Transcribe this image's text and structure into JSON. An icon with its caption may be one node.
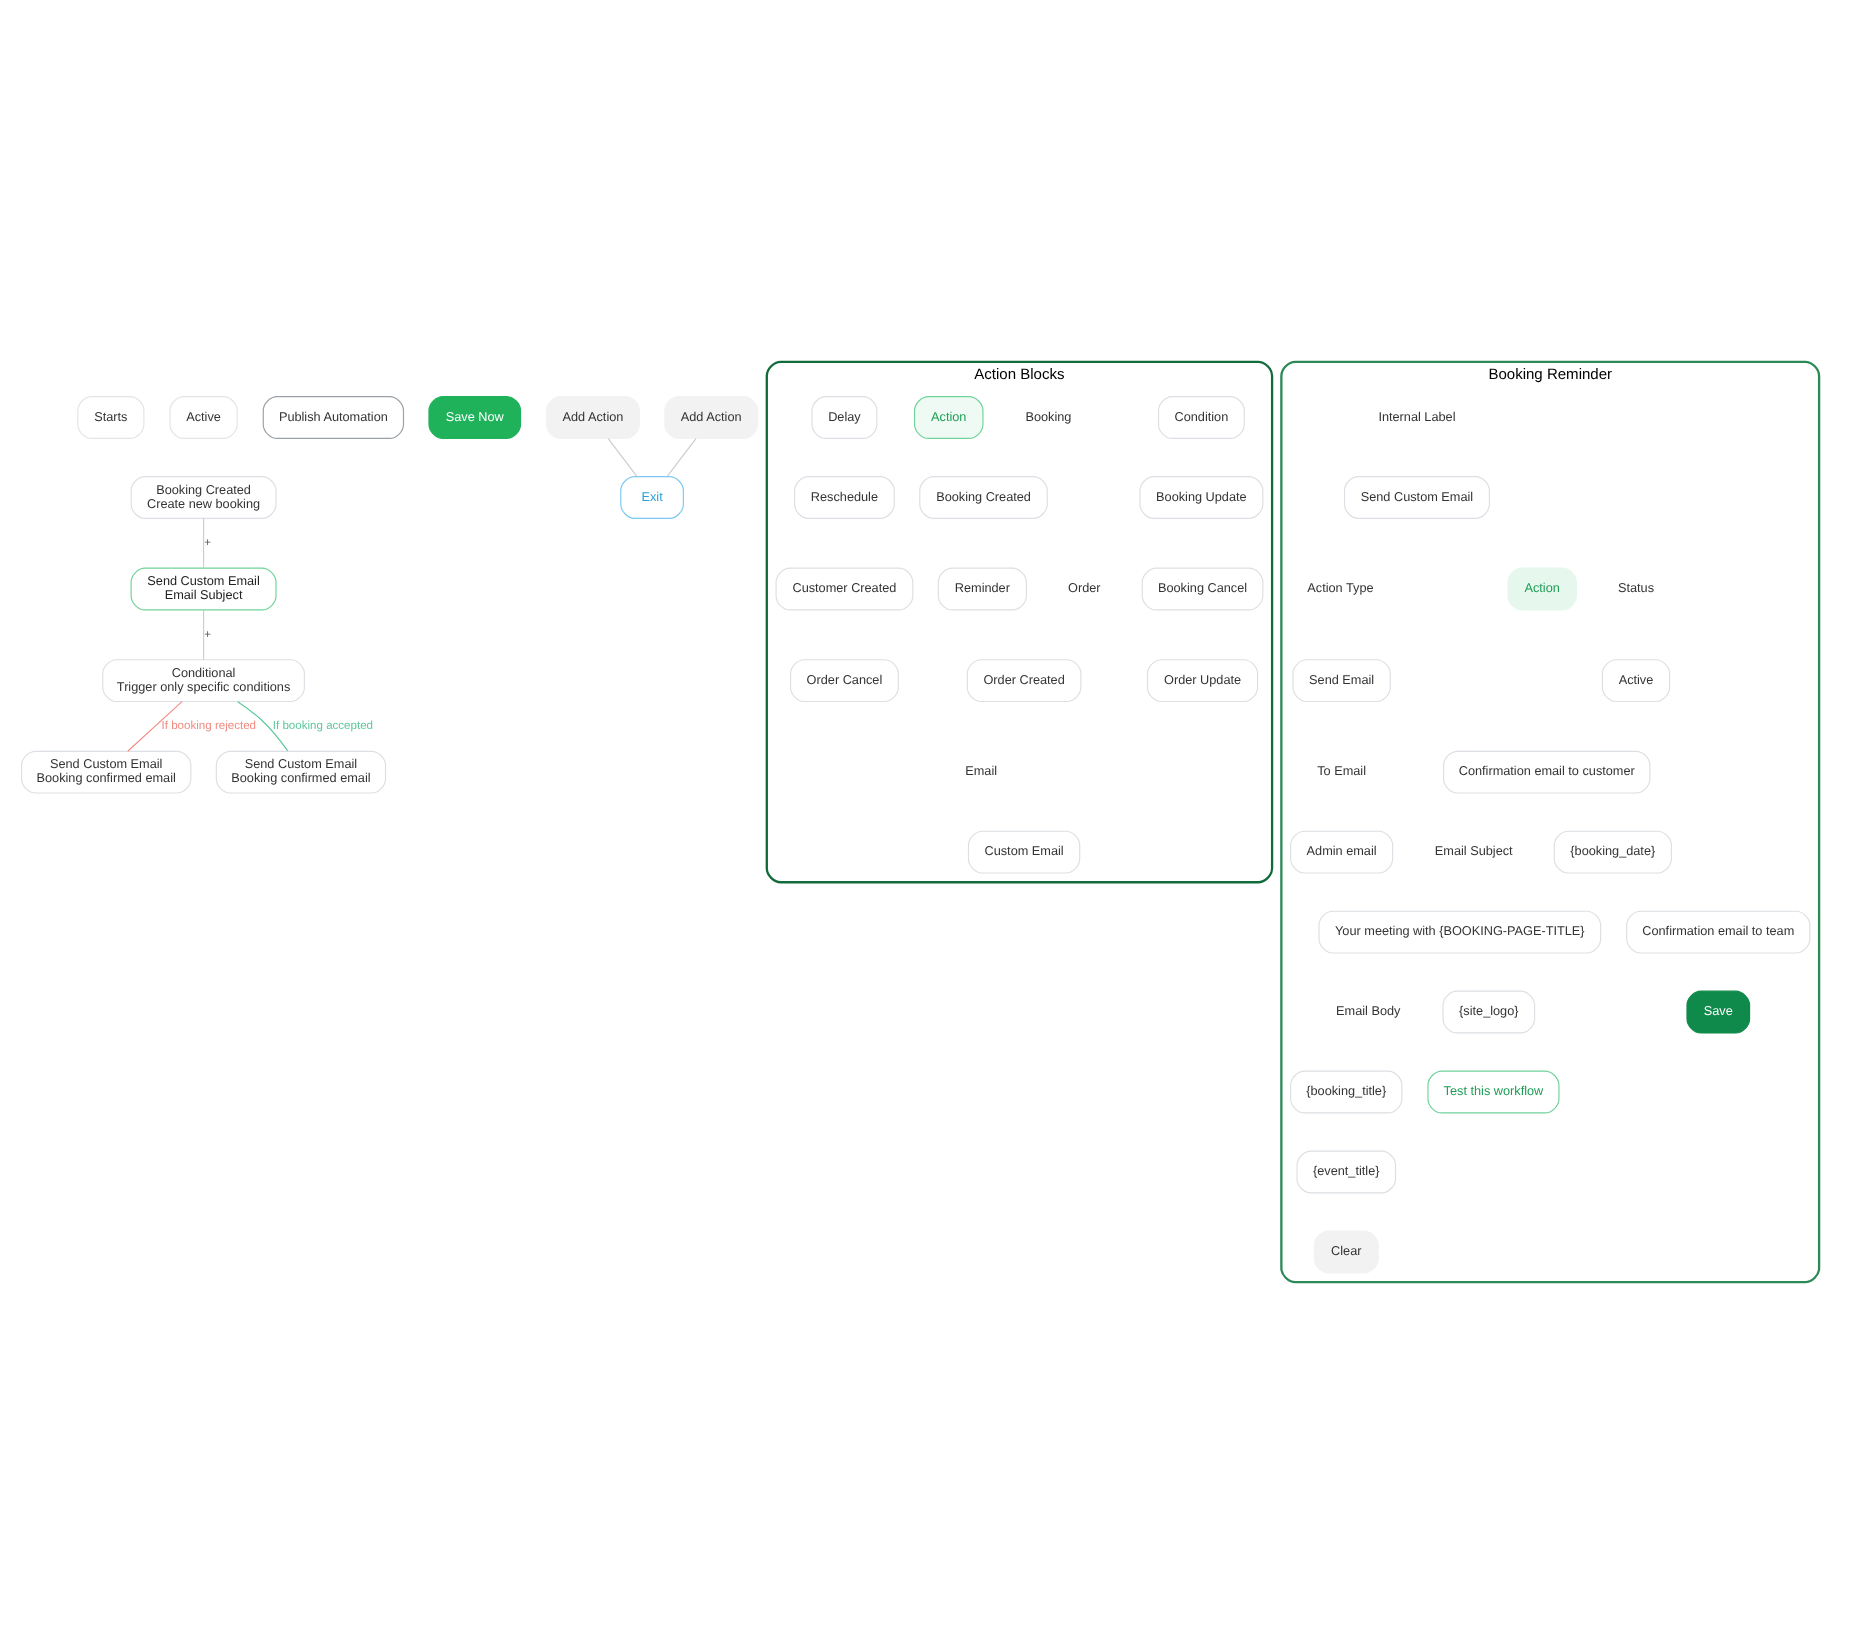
{
  "diagram": {
    "nodes": [
      {
        "text": [
          "Starts"
        ]
      },
      {
        "text": [
          "Active"
        ]
      },
      {
        "text": [
          "Publish Automation"
        ]
      },
      {
        "text": [
          "Save Now"
        ]
      },
      {
        "text": [
          "Booking Created",
          "Create new booking"
        ]
      },
      {
        "text": [
          "Send Custom Email",
          "Email Subject"
        ]
      },
      {
        "text": [
          "Conditional",
          "Trigger only specific conditions"
        ]
      },
      {
        "text": [
          "Send Custom Email",
          "Booking confirmed email"
        ]
      },
      {
        "text": [
          "Add Action"
        ]
      },
      {
        "text": [
          "Send Custom Email",
          "Booking confirmed email"
        ]
      },
      {
        "text": [
          "Add Action"
        ]
      },
      {
        "text": [
          "Exit"
        ]
      },
      {
        "text": [
          "Action Blocks"
        ]
      },
      {
        "text": [
          "Action"
        ],
        "in": 12
      },
      {
        "text": [
          "Condition"
        ],
        "in": 12
      },
      {
        "text": [
          "Delay"
        ],
        "in": 12
      },
      {
        "text": [
          "Booking Created"
        ],
        "in": 12
      },
      {
        "text": [
          "Booking Update"
        ],
        "in": 12
      },
      {
        "text": [
          "Reschedule"
        ],
        "in": 12
      },
      {
        "text": [
          "Reminder"
        ],
        "in": 12
      },
      {
        "text": [
          "Booking Cancel"
        ],
        "in": 12
      },
      {
        "text": [
          "Customer Created"
        ],
        "in": 12
      },
      {
        "text": [
          "Order Created"
        ],
        "in": 12
      },
      {
        "text": [
          "Order Update"
        ],
        "in": 12
      },
      {
        "text": [
          "Order Cancel"
        ],
        "in": 12
      },
      {
        "text": [
          "Custom Email"
        ],
        "in": 12
      },
      {
        "text": [
          "Booking Reminder"
        ]
      },
      {
        "text": [
          "Action"
        ],
        "in": 26
      },
      {
        "text": [
          "Send Custom Email"
        ],
        "in": 26
      },
      {
        "text": [
          "Send Email"
        ],
        "in": 26
      },
      {
        "text": [
          "Active"
        ],
        "in": 26
      },
      {
        "text": [
          "Admin email"
        ],
        "in": 26
      },
      {
        "text": [
          "Confirmation email to customer"
        ],
        "in": 26
      },
      {
        "text": [
          "Your meeting with {BOOKING-PAGE-TITLE}"
        ],
        "in": 26
      },
      {
        "text": [
          "{booking_title}"
        ],
        "in": 26
      },
      {
        "text": [
          "{booking_date}"
        ],
        "in": 26
      },
      {
        "text": [
          "{site_logo}"
        ],
        "in": 26
      },
      {
        "text": [
          "{event_title}"
        ],
        "in": 26
      },
      {
        "text": [
          "Confirmation email to team"
        ],
        "in": 26
      },
      {
        "text": [
          "Test this workflow"
        ],
        "in": 26
      },
      {
        "text": [
          "Clear"
        ],
        "in": 26
      },
      {
        "text": [
          "Save"
        ],
        "in": 26
      }
    ],
    "edges": [
      {
        "from": 4,
        "to": 5,
        "arrow": "none",
        "label": "+"
      },
      {
        "from": 5,
        "to": 6,
        "arrow": "none",
        "label": "+"
      },
      {
        "from": 6,
        "to": 7,
        "arrow": "none",
        "label": "If booking rejected",
        "color": "#f28b82"
      },
      {
        "from": 6,
        "to": 9,
        "arrow": "none",
        "label": "If booking accepted",
        "color": "#5cc99a"
      },
      {
        "from": 8,
        "to": 11,
        "arrow": "none"
      },
      {
        "from": 10,
        "to": 11,
        "arrow": "none"
      }
    ],
    "labels": [
      "Booking",
      "Order",
      "Email",
      "Internal Label",
      "Action Type",
      "Status",
      "To Email",
      "Email Subject",
      "Email Body"
    ]
  }
}
